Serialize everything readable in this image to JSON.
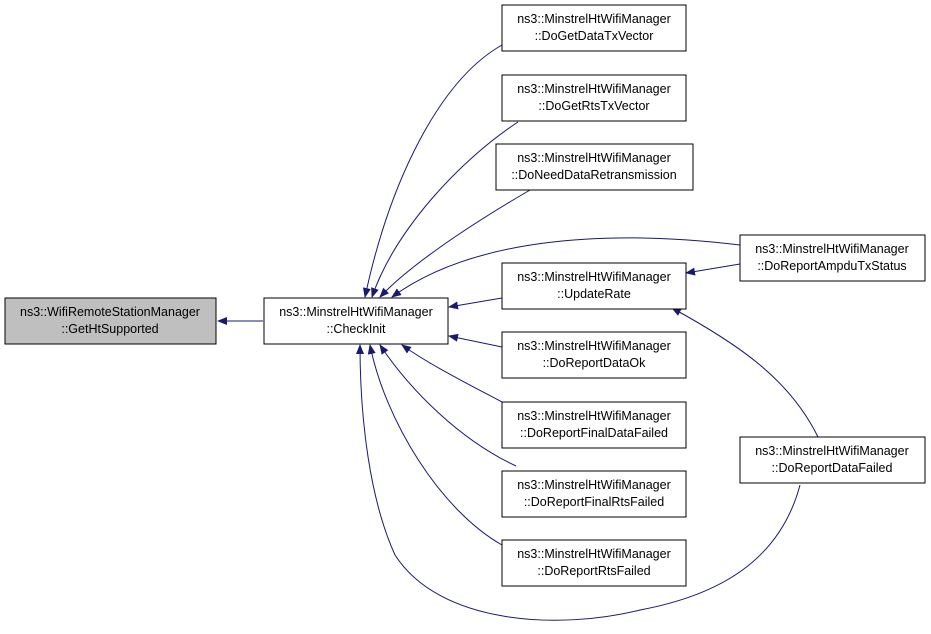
{
  "colors": {
    "edge": "#191970",
    "node_border": "#000000",
    "node_fill": "#ffffff",
    "focus_fill": "#bfbfbf"
  },
  "nodes": {
    "get_ht_supported": {
      "line1": "ns3::WifiRemoteStationManager",
      "line2": "::GetHtSupported"
    },
    "check_init": {
      "line1": "ns3::MinstrelHtWifiManager",
      "line2": "::CheckInit"
    },
    "do_get_data_tx": {
      "line1": "ns3::MinstrelHtWifiManager",
      "line2": "::DoGetDataTxVector"
    },
    "do_get_rts_tx": {
      "line1": "ns3::MinstrelHtWifiManager",
      "line2": "::DoGetRtsTxVector"
    },
    "do_need_data_retx": {
      "line1": "ns3::MinstrelHtWifiManager",
      "line2": "::DoNeedDataRetransmission"
    },
    "update_rate": {
      "line1": "ns3::MinstrelHtWifiManager",
      "line2": "::UpdateRate"
    },
    "do_report_data_ok": {
      "line1": "ns3::MinstrelHtWifiManager",
      "line2": "::DoReportDataOk"
    },
    "do_report_final_data_failed": {
      "line1": "ns3::MinstrelHtWifiManager",
      "line2": "::DoReportFinalDataFailed"
    },
    "do_report_final_rts_failed": {
      "line1": "ns3::MinstrelHtWifiManager",
      "line2": "::DoReportFinalRtsFailed"
    },
    "do_report_rts_failed": {
      "line1": "ns3::MinstrelHtWifiManager",
      "line2": "::DoReportRtsFailed"
    },
    "do_report_ampdu_tx_status": {
      "line1": "ns3::MinstrelHtWifiManager",
      "line2": "::DoReportAmpduTxStatus"
    },
    "do_report_data_failed": {
      "line1": "ns3::MinstrelHtWifiManager",
      "line2": "::DoReportDataFailed"
    }
  }
}
